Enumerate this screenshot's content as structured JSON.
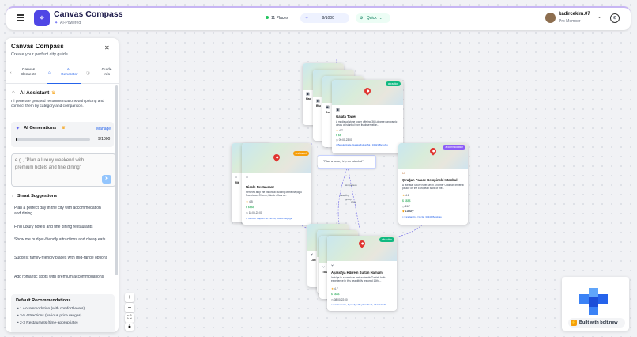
{
  "header": {
    "app_name": "Canvas Compass",
    "subtitle": "AI-Powered",
    "places_count": "11 Places",
    "credits": "9/1000",
    "mode": "Quick",
    "user_name": "kadircekim.07",
    "user_plan": "Pro Member"
  },
  "sidebar": {
    "title": "Canvas Compass",
    "subtitle": "Create your perfect city guide",
    "tabs": [
      {
        "label": "Canvas Elements"
      },
      {
        "label": "AI Generator"
      },
      {
        "label": "Guide Info"
      }
    ],
    "assistant_title": "AI Assistant",
    "assistant_desc": "I'll generate grouped recommendations with pricing and connect them by category and comparison.",
    "generations_label": "AI Generations",
    "manage_label": "Manage",
    "generations_count": "9/1000",
    "generations_fraction": 0.009,
    "input_placeholder": "e.g., 'Plan a luxury weekend with premium hotels and fine dining'",
    "suggestions_title": "Smart Suggestions",
    "suggestions": [
      "Plan a perfect day in the city with accommodation and dining",
      "Find luxury hotels and fine dining restaurants",
      "Show me budget-friendly attractions and cheap eats",
      "Suggest family-friendly places with mid-range options",
      "Add romantic spots with premium accommodations"
    ],
    "defaults_title": "Default Recommendations",
    "defaults": [
      "• 1 Accommodation (with comfort levels)",
      "• 3-5 Attractions (various price ranges)",
      "• 2-3 Restaurants (time-appropriate)"
    ]
  },
  "canvas": {
    "prompt": "\"Plan a luxury trip on Istanbul\"",
    "zoom_in": "+",
    "zoom_out": "−",
    "cards": {
      "galata": {
        "title": "Galata Tower",
        "desc": "A medieval stone tower offering 360-degree panoramic views of Istanbul from its observation...",
        "rating": "4.7",
        "price": "$$",
        "hours": "09:00-23:00",
        "address": "Bereketzade, Galata Kulesi Sk., 34421 Beyoğlu",
        "tag": "attraction"
      },
      "nicole": {
        "title": "Nicole Restaurant",
        "desc": "Perched atop the historical building of the Beyoğlu Franciscan Church, Nicole offers a...",
        "rating": "4.5",
        "price": "$$$$",
        "hours": "18:00-22:00",
        "address": "Tomtom Kaptan Sk. No:18, 34433 Beyoğlu",
        "tag": "restaurant",
        "short": "Nik"
      },
      "ciragan": {
        "title": "Çırağan Palace Kempinski Istanbul",
        "desc": "A five-star luxury hotel set in a former Ottoman imperial palace on the European bank of the...",
        "rating": "4.8",
        "price": "$$$$",
        "hours": "24/7",
        "address": "Çırağan Cd. No:32, 34349 Beşiktaş",
        "tag": "accommodation",
        "badge": "Luxury"
      },
      "hurrem": {
        "title": "Ayasofya Hürrem Sultan Hamamı",
        "desc": "Indulge in a luxurious and authentic Turkish bath experience in this beautifully restored 16th-...",
        "rating": "4.7",
        "price": "$$$$",
        "hours": "08:00-22:00",
        "address": "Cankurtaran, Ayasofya Meydanı No:2, 34122 Fatih",
        "tag": "attraction"
      },
      "behind": {
        "t1": "Hag",
        "t2": "Blu",
        "t3": "Dol",
        "t4": "Lou",
        "t5": "Top",
        "t6": "Tou"
      }
    },
    "edges": {
      "e1": "category",
      "e2": "group",
      "e3": "comparison",
      "e4": "price"
    }
  },
  "badge": {
    "label": "Built with bolt.new"
  },
  "colors": {
    "accent": "#5b3fd1",
    "blue": "#2563eb",
    "green": "#22c55e",
    "tag_orange": "#f59e0b",
    "tag_purple": "#8b5cf6",
    "tag_green": "#10b981",
    "pin": "#e0342f"
  }
}
